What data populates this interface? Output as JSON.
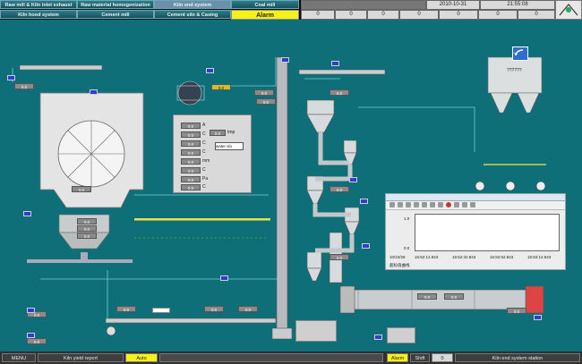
{
  "topnav": {
    "row1": [
      "Raw mill & Kiln inlet exhaust gas",
      "Raw material homogenization",
      "Kiln end system",
      "Coal mill"
    ],
    "row2": [
      "Kiln hood system",
      "Cement mill",
      "Cement silo & Casing"
    ],
    "alarm": "Alarm",
    "date": "2010-10-31",
    "time": "21:55:08",
    "zeros": [
      "0",
      "0",
      "0",
      "0",
      "0",
      "0",
      "0"
    ]
  },
  "panel": {
    "units": [
      "A",
      "C",
      "C",
      "C",
      "mm",
      "C",
      "Pa",
      "C"
    ],
    "temp": "tmp",
    "small_label": "water slo"
  },
  "trend": {
    "y_max": "1.0",
    "y_min": "0.0",
    "times": [
      "10/10/28",
      "15:52:12.843",
      "15:52:32.843",
      "15:52:52.843",
      "15:53:12.843"
    ],
    "legend": "超标值曲线"
  },
  "vals": {
    "v": "0.0"
  },
  "labels": {
    "silo": "??????"
  },
  "bottom": {
    "menu": "MENU",
    "kiln_yield": "Kiln yield report",
    "auto": "Auto",
    "alarm": "Alarm",
    "shift": "Shift",
    "shift_val": "0",
    "station": "Kiln end system station"
  }
}
